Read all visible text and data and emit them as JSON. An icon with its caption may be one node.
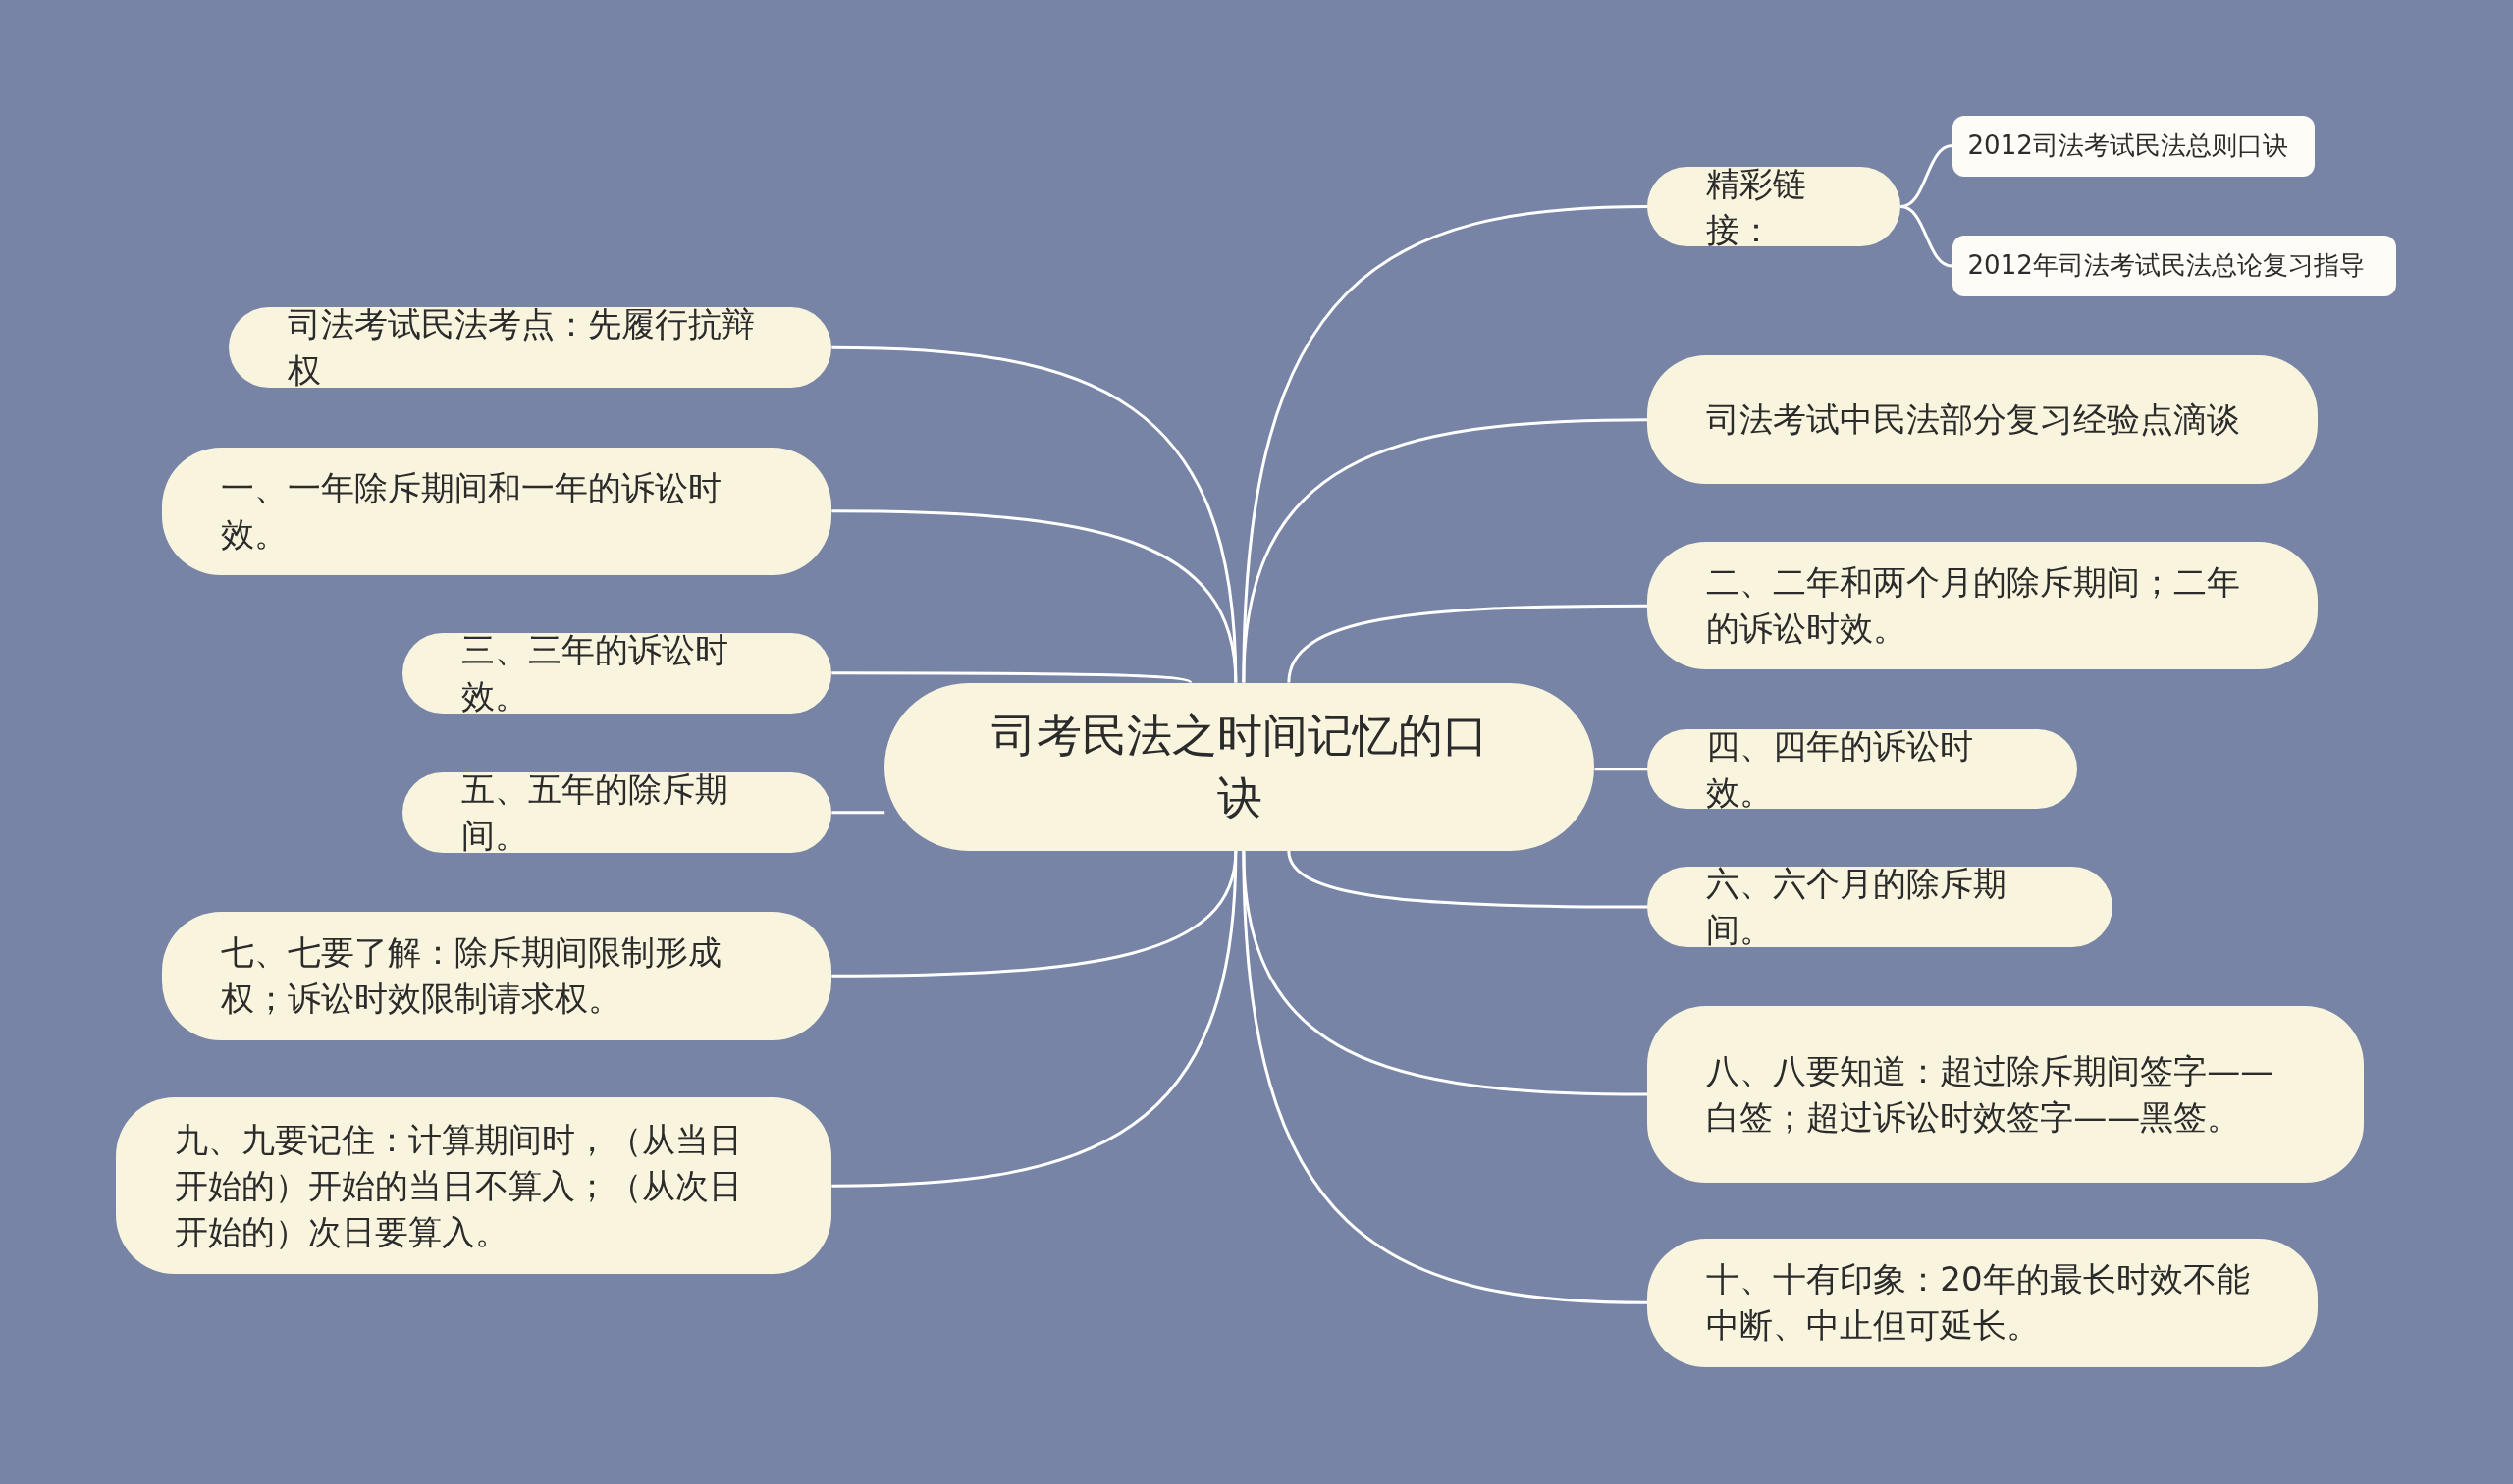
{
  "diagram": {
    "nodes": [
      {
        "text": [
          "司考民法之时间记忆的口诀"
        ]
      },
      {
        "text": [
          "精彩链接："
        ]
      },
      {
        "text": [
          "2012司法考试民法总则口诀"
        ]
      },
      {
        "text": [
          "2012年司法考试民法总论复习指导"
        ]
      },
      {
        "text": [
          "司法考试中民法部分复习经验点滴谈"
        ]
      },
      {
        "text": [
          "二、二年和两个月的除斥期间；二年的诉讼时效。"
        ]
      },
      {
        "text": [
          "四、四年的诉讼时效。"
        ]
      },
      {
        "text": [
          "六、六个月的除斥期间。"
        ]
      },
      {
        "text": [
          "八、八要知道：超过除斥期间签字——白签；超过诉讼时效签字——黑签。"
        ]
      },
      {
        "text": [
          "十、十有印象：20年的最长时效不能中断、中止但可延长。"
        ]
      },
      {
        "text": [
          "司法考试民法考点：先履行抗辩权"
        ]
      },
      {
        "text": [
          "一、一年除斥期间和一年的诉讼时效。"
        ]
      },
      {
        "text": [
          "三、三年的诉讼时效。"
        ]
      },
      {
        "text": [
          "五、五年的除斥期间。"
        ]
      },
      {
        "text": [
          "七、七要了解：除斥期间限制形成权；诉讼时效限制请求权。"
        ]
      },
      {
        "text": [
          "九、九要记住：计算期间时，（从当日开始的）开始的当日不算入；（从次日开始的）次日要算入。"
        ]
      }
    ],
    "edges": [
      {
        "from": 0,
        "to": 1,
        "arrow": "none"
      },
      {
        "from": 1,
        "to": 2,
        "arrow": "none"
      },
      {
        "from": 1,
        "to": 3,
        "arrow": "none"
      },
      {
        "from": 0,
        "to": 4,
        "arrow": "none"
      },
      {
        "from": 0,
        "to": 5,
        "arrow": "none"
      },
      {
        "from": 0,
        "to": 6,
        "arrow": "none"
      },
      {
        "from": 0,
        "to": 7,
        "arrow": "none"
      },
      {
        "from": 0,
        "to": 8,
        "arrow": "none"
      },
      {
        "from": 0,
        "to": 9,
        "arrow": "none"
      },
      {
        "from": 0,
        "to": 10,
        "arrow": "none"
      },
      {
        "from": 0,
        "to": 11,
        "arrow": "none"
      },
      {
        "from": 0,
        "to": 12,
        "arrow": "none"
      },
      {
        "from": 0,
        "to": 13,
        "arrow": "none"
      },
      {
        "from": 0,
        "to": 14,
        "arrow": "none"
      },
      {
        "from": 0,
        "to": 15,
        "arrow": "none"
      }
    ]
  }
}
